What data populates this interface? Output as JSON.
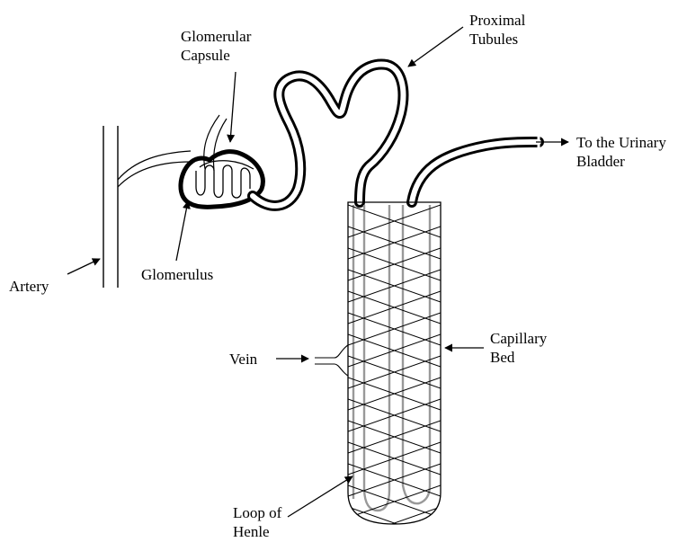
{
  "labels": {
    "glomerular_capsule": [
      "Glomerular",
      "Capsule"
    ],
    "proximal_tubules": [
      "Proximal",
      "Tubules"
    ],
    "urinary_bladder": [
      "To the Urinary",
      "Bladder"
    ],
    "artery": "Artery",
    "glomerulus": "Glomerulus",
    "vein": "Vein",
    "capillary_bed": [
      "Capillary",
      "Bed"
    ],
    "loop_of_henle": [
      "Loop of",
      "Henle"
    ]
  },
  "colors": {
    "ink": "#000000",
    "vessel": "#999999",
    "background": "#ffffff"
  }
}
